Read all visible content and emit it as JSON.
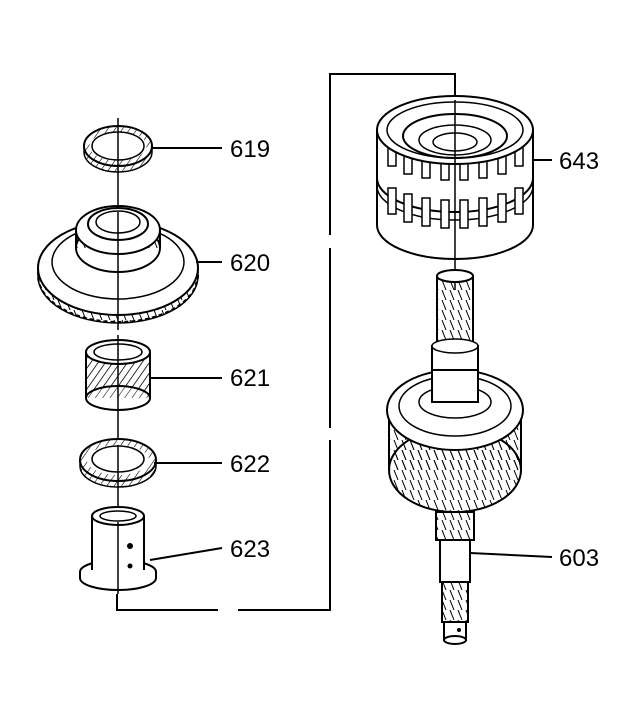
{
  "diagram": {
    "colors": {
      "line": "#000000",
      "background": "#ffffff"
    },
    "parts": [
      {
        "id": "619",
        "label": "619",
        "name": "thrust-bearing-619"
      },
      {
        "id": "620",
        "label": "620",
        "name": "helical-gear-620"
      },
      {
        "id": "621",
        "label": "621",
        "name": "needle-bearing-621"
      },
      {
        "id": "622",
        "label": "622",
        "name": "thrust-bearing-622"
      },
      {
        "id": "623",
        "label": "623",
        "name": "sleeve-623"
      },
      {
        "id": "643",
        "label": "643",
        "name": "clutch-housing-643"
      },
      {
        "id": "603",
        "label": "603",
        "name": "shaft-gear-603"
      }
    ]
  }
}
